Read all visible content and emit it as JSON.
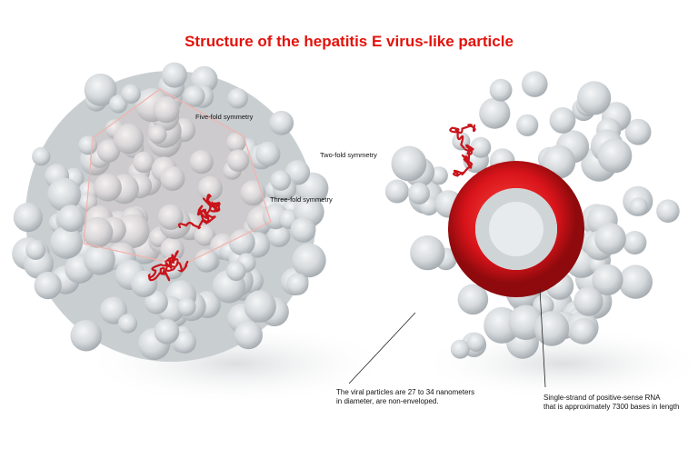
{
  "title": "Structure of the hepatitis E virus-like particle",
  "labels": {
    "five_fold": "Five-fold symmetry",
    "two_fold": "Two-fold symmetry",
    "three_fold": "Three-fold symmetry"
  },
  "captions": {
    "particle_line1": "The viral particles are 27 to 34 nanometers",
    "particle_line2": "in diameter, are non-enveloped.",
    "rna_line1": "Single-strand of positive-sense RNA",
    "rna_line2": "that is approximately 7300 bases in length"
  },
  "colors": {
    "title": "#e3120b",
    "capsid": "#d9dde0",
    "rna": "#d8141a",
    "symmetry_outline": "#f3b3ad"
  }
}
